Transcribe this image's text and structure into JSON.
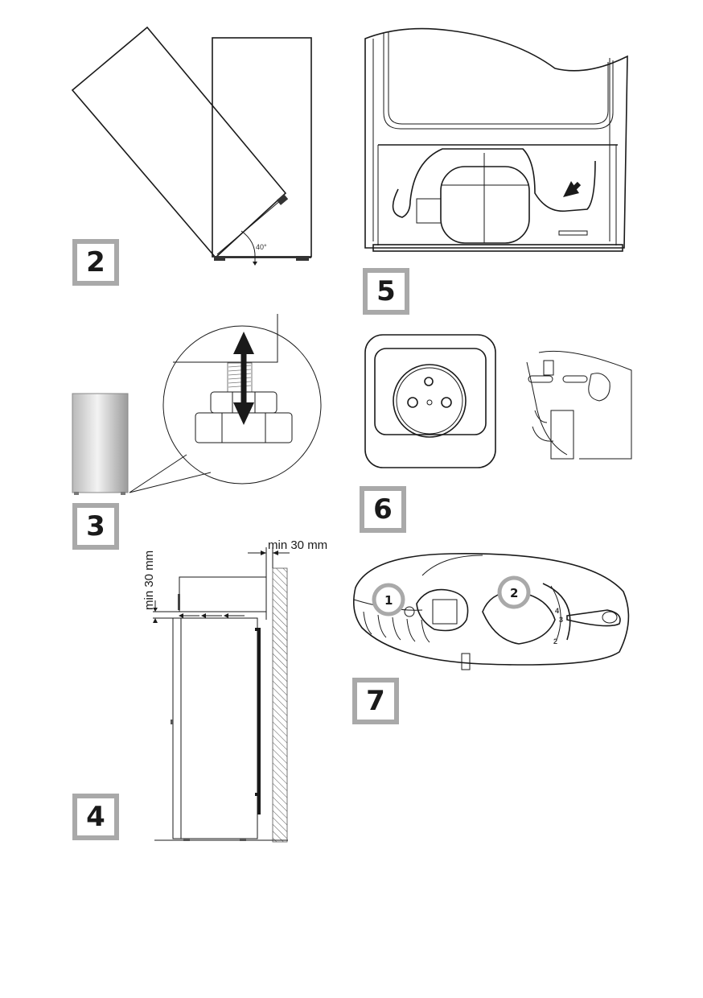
{
  "figures": [
    {
      "number": "2",
      "caption_angle": "40°"
    },
    {
      "number": "5"
    },
    {
      "number": "3"
    },
    {
      "number": "6"
    },
    {
      "number": "4",
      "dim_top": "min 30 mm",
      "dim_back": "min 30 mm"
    },
    {
      "number": "7",
      "callouts": [
        "1",
        "2"
      ],
      "dial_marks": [
        "4",
        "3",
        "2"
      ]
    }
  ],
  "colors": {
    "badge_border": "#a9a9a9",
    "line": "#1a1a1a"
  }
}
